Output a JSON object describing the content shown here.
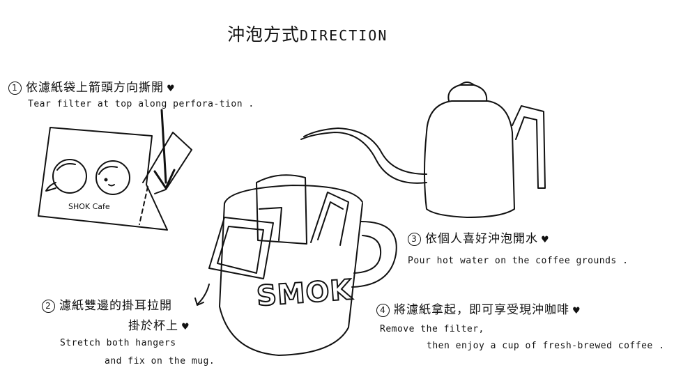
{
  "title": {
    "zh": "沖泡方式",
    "en": "DIRECTION"
  },
  "steps": [
    {
      "num": "1",
      "zh": "依濾紙袋上箭頭方向撕開",
      "en": [
        "Tear filter at top along perfora-tion ."
      ]
    },
    {
      "num": "2",
      "zh": "濾紙雙邊的掛耳拉開",
      "zh2": "掛於杯上",
      "en": [
        "Stretch both hangers",
        "and fix on the mug."
      ]
    },
    {
      "num": "3",
      "zh": "依個人喜好沖泡開水",
      "en": [
        "Pour hot water on the coffee grounds ."
      ]
    },
    {
      "num": "4",
      "zh": "將濾紙拿起，即可享受現沖咖啡",
      "en": [
        "Remove the filter,",
        "then enjoy a cup of fresh-brewed coffee ."
      ]
    }
  ],
  "bag_label": "SHOK Cafe",
  "mug_label": "SMOK",
  "heart_glyph": "♥"
}
